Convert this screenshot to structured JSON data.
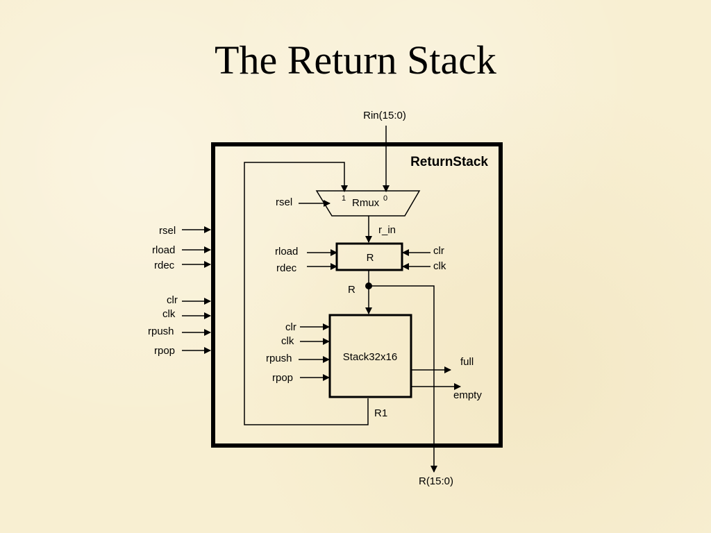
{
  "slide": {
    "title": "The Return Stack"
  },
  "diagram": {
    "block_title": "ReturnStack",
    "top_input": "Rin(15:0)",
    "bottom_output": "R(15:0)",
    "outer_inputs": [
      "rsel",
      "rload",
      "rdec",
      "clr",
      "clk",
      "rpush",
      "rpop"
    ],
    "mux": {
      "label": "Rmux",
      "input_1": "1",
      "input_0": "0",
      "select": "rsel",
      "output_label": "r_in"
    },
    "register": {
      "label": "R",
      "inputs_left": [
        "rload",
        "rdec"
      ],
      "inputs_right": [
        "clr",
        "clk"
      ],
      "output_label": "R"
    },
    "stack": {
      "label": "Stack32x16",
      "inputs": [
        "clr",
        "clk",
        "rpush",
        "rpop"
      ],
      "outputs": [
        "full",
        "empty"
      ],
      "feedback_label": "R1"
    }
  }
}
